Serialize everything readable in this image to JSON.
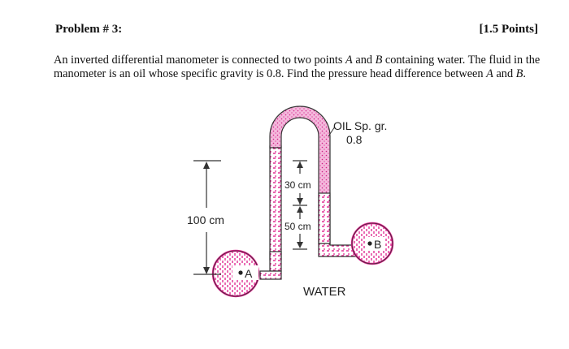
{
  "problem": {
    "title": "Problem # 3:",
    "points": "[1.5 Points]"
  },
  "statement": {
    "part1": "An inverted differential manometer is connected to two points ",
    "point_a": "A",
    "part2": " and ",
    "point_b": "B",
    "part3": " containing water. The fluid in the manometer is an oil whose specific gravity is 0.8. Find the pressure head difference between ",
    "point_a_again": "A",
    "part4": " and ",
    "point_b_again": "B",
    "part5": "."
  },
  "figure": {
    "oil_label_line1": "OIL Sp. gr.",
    "oil_label_line2": "0.8",
    "dim_30": "30 cm",
    "dim_50": "50 cm",
    "dim_100": "100 cm",
    "label_a": "A",
    "label_b": "B",
    "water_label": "WATER",
    "colors": {
      "water_pipe": "#e0208c",
      "pipe_stroke": "#333333",
      "dimension": "#333333"
    }
  }
}
